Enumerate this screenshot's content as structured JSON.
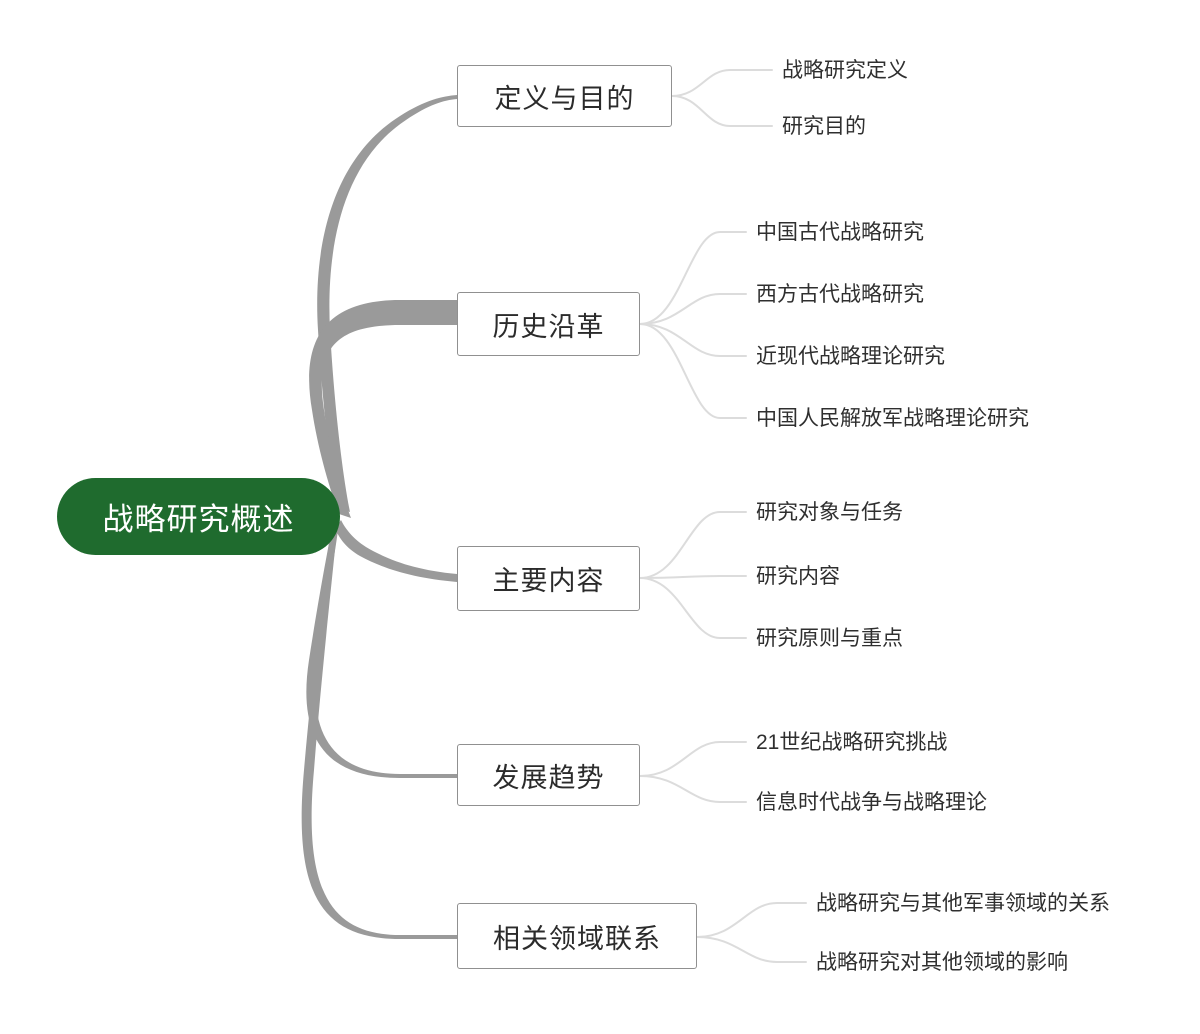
{
  "diagram": {
    "type": "mind-map",
    "title": "战略研究概述",
    "orientation": "left-to-right",
    "background_color": "#ffffff",
    "root_color": "#1f6b2e",
    "root_text_color": "#ffffff",
    "branch_border_color": "#909090",
    "branch_text_color": "#2b2b2b",
    "trunk_color": "#9a9a9a",
    "twig_color": "#dcdcdc",
    "leaf_text_color": "#2f2f2f"
  },
  "root": {
    "label": "战略研究概述"
  },
  "branches": [
    {
      "label": "定义与目的",
      "leaves": [
        "战略研究定义",
        "研究目的"
      ]
    },
    {
      "label": "历史沿革",
      "leaves": [
        "中国古代战略研究",
        "西方古代战略研究",
        "近现代战略理论研究",
        "中国人民解放军战略理论研究"
      ]
    },
    {
      "label": "主要内容",
      "leaves": [
        "研究对象与任务",
        "研究内容",
        "研究原则与重点"
      ]
    },
    {
      "label": "发展趋势",
      "leaves": [
        "21世纪战略研究挑战",
        "信息时代战争与战略理论"
      ]
    },
    {
      "label": "相关领域联系",
      "leaves": [
        "战略研究与其他军事领域的关系",
        "战略研究对其他领域的影响"
      ]
    }
  ]
}
